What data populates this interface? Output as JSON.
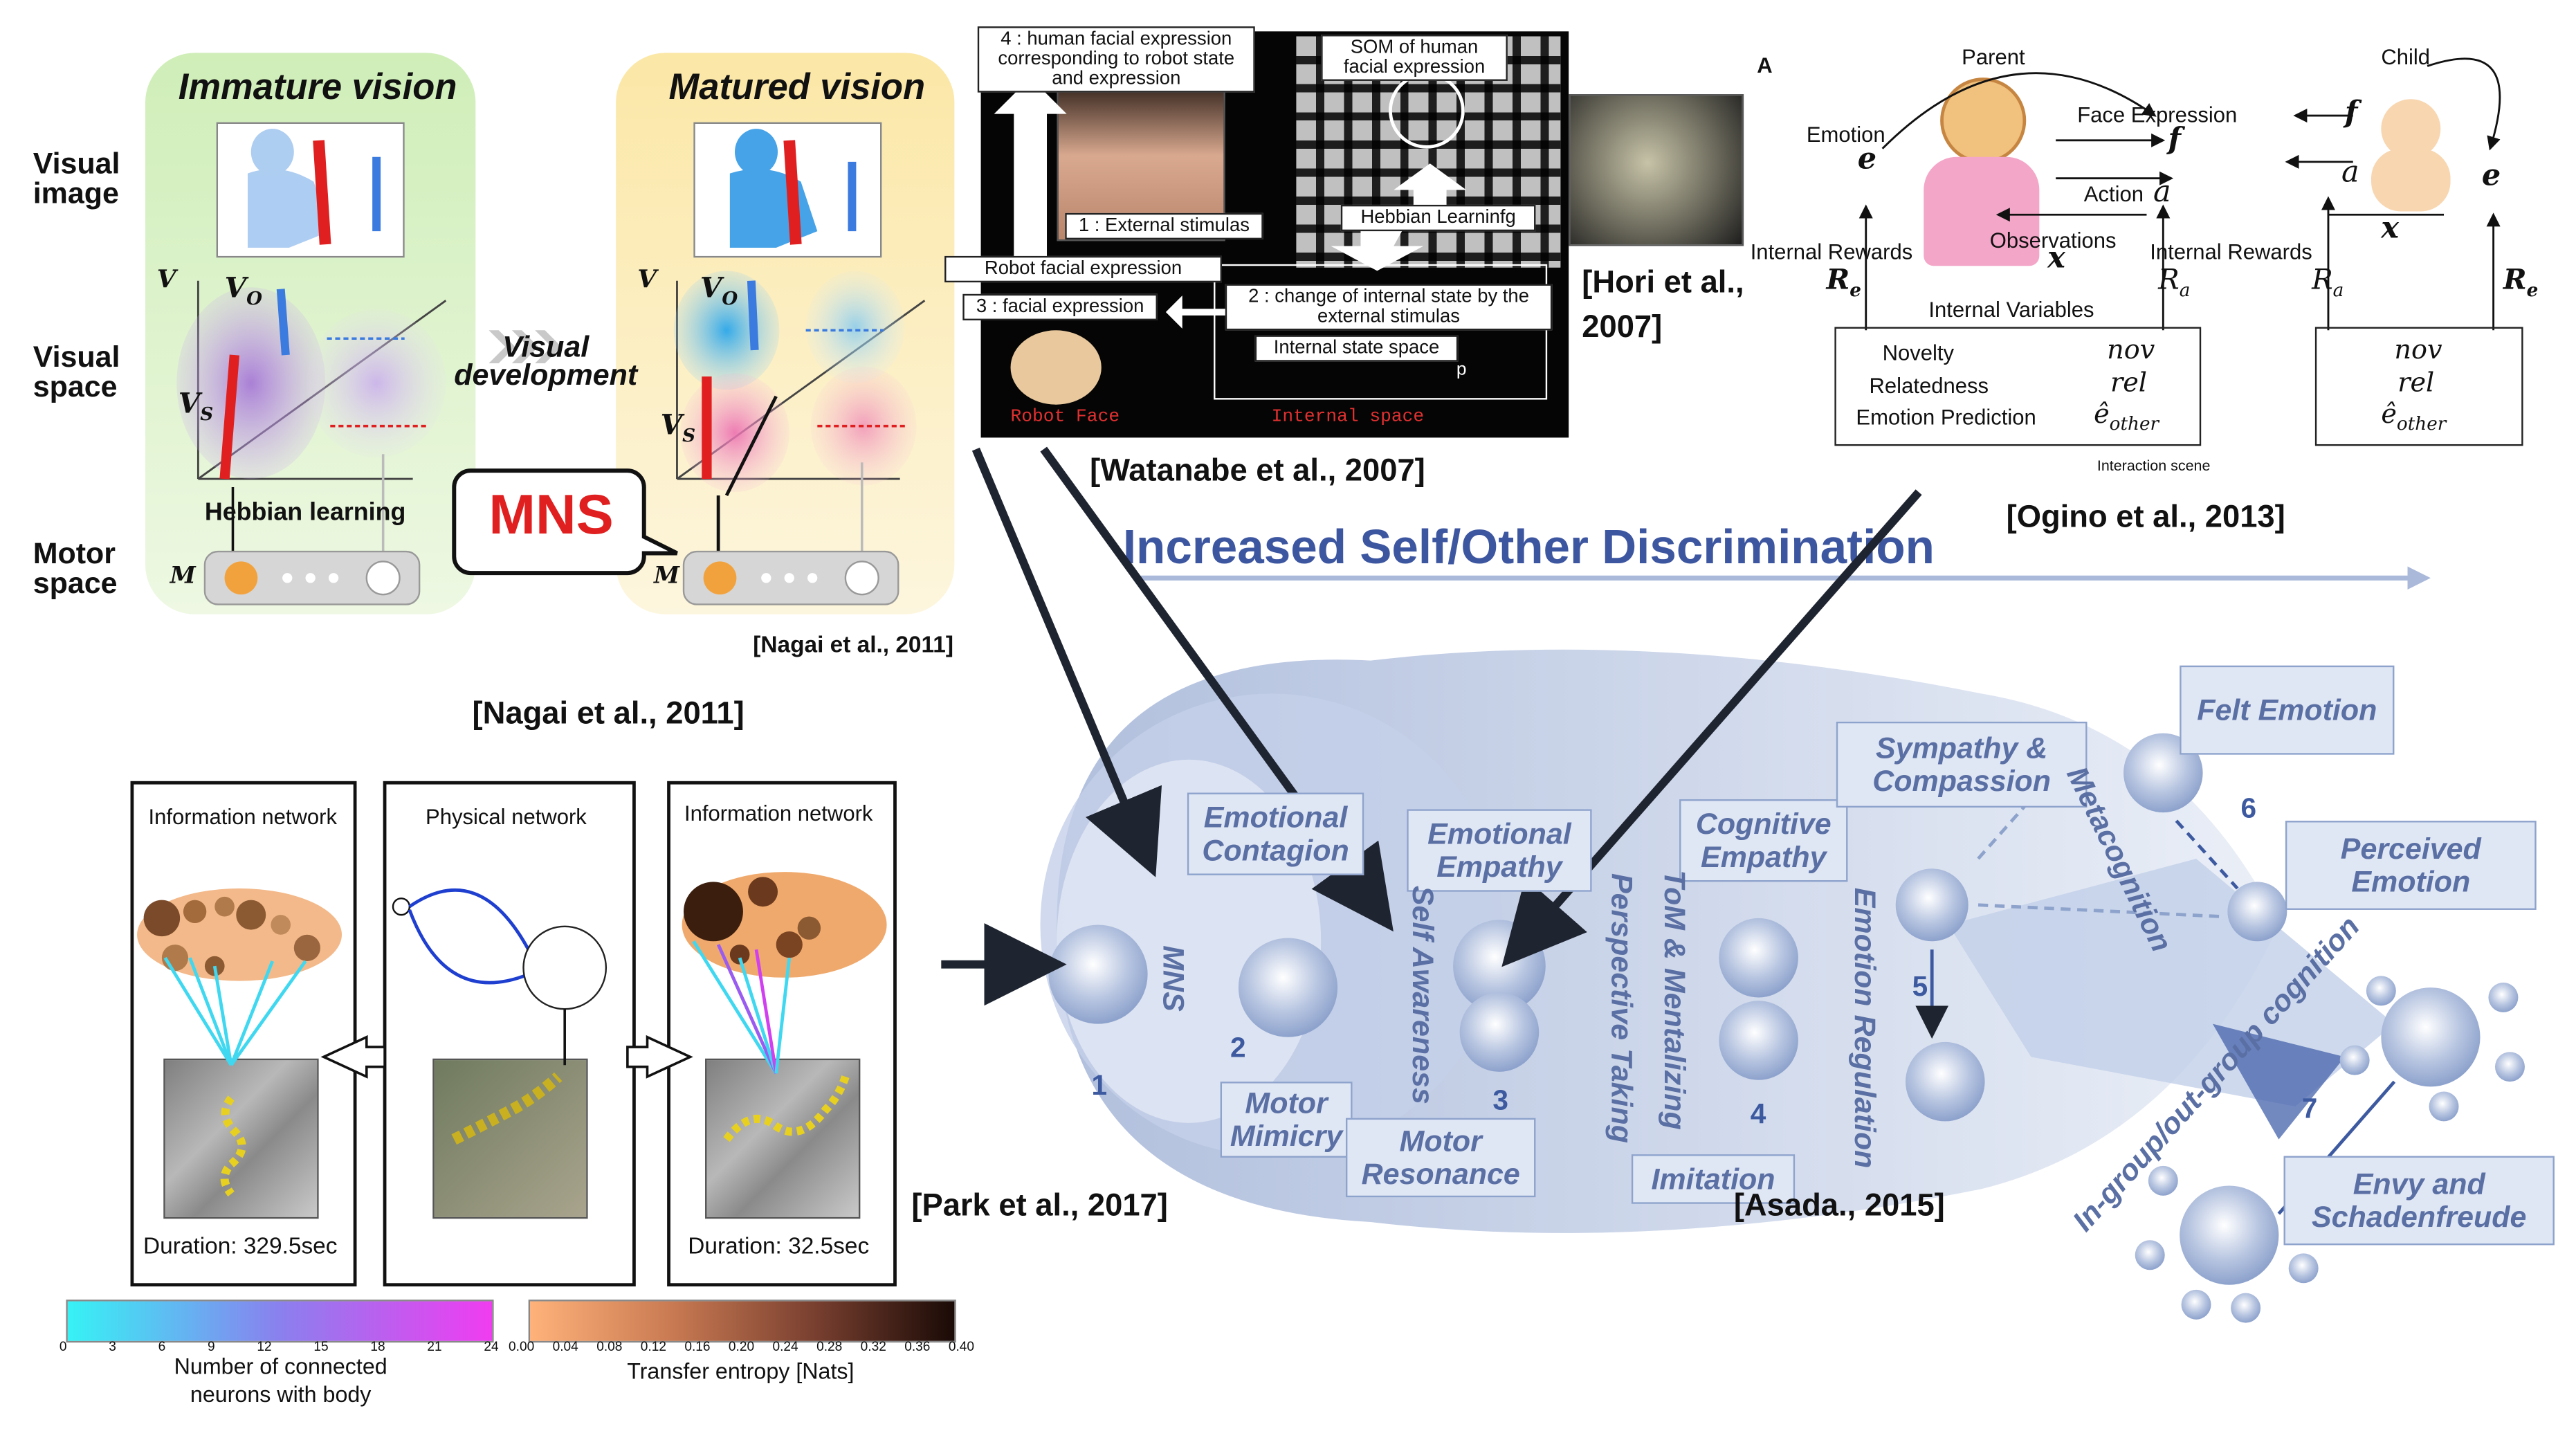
{
  "nagai_top": {
    "immature_title": "Immature vision",
    "matured_title": "Matured vision",
    "row_visual_image": "Visual image",
    "row_visual_space": "Visual space",
    "row_motor_space": "Motor space",
    "axis_v": "V",
    "axis_vo": "V",
    "axis_vo_sub": "O",
    "axis_vs": "V",
    "axis_vs_sub": "S",
    "axis_m": "M",
    "hebbian": "Hebbian learning",
    "visual_development": "Visual development",
    "mns": "MNS",
    "citation_inner": "[Nagai et al., 2011]",
    "citation_outer": "[Nagai et al., 2011]"
  },
  "watanabe": {
    "box4": "4 : human facial expression corresponding to robot state and expression",
    "box1": "1 : External stimulas",
    "robot_facial_expression": "Robot facial expression",
    "box3": "3 : facial expression",
    "som_title": "SOM of human facial expression",
    "hebbian_learning": "Hebbian  Learninfg",
    "box2": "2 : change of internal state by the external stimulas",
    "internal_state_space": "Internal state space",
    "p_label": "p",
    "robot_face": "Robot Face",
    "internal_space": "Internal space",
    "citation": "[Watanabe et al., 2007]",
    "hori_citation": "[Hori et al., 2007]"
  },
  "ogino": {
    "panel_letter": "A",
    "parent": "Parent",
    "child": "Child",
    "emotion": "Emotion",
    "face_expression": "Face Expression",
    "action": "Action",
    "observations": "Observations",
    "internal_rewards_left": "Internal Rewards",
    "internal_rewards_right": "Internal Rewards",
    "internal_variables": "Internal Variables",
    "novelty": "Novelty",
    "relatedness": "Relatedness",
    "emotion_prediction": "Emotion Prediction",
    "sym_e": "e",
    "sym_f": "f",
    "sym_a": "a",
    "sym_x": "x",
    "sym_Re": "R",
    "sym_Re_sub": "e",
    "sym_Ra": "R",
    "sym_Ra_sub": "a",
    "sym_nov": "nov",
    "sym_rel": "rel",
    "sym_eother": "ê",
    "sym_eother_sub": "other",
    "interaction_scene": "Interaction scene",
    "citation": "[Ogino et al., 2013]"
  },
  "park": {
    "info_network_left": "Information network",
    "physical_network": "Physical network",
    "info_network_right": "Information network",
    "duration_left": "Duration: 329.5sec",
    "duration_right": "Duration: 32.5sec",
    "colorbar1_ticks": [
      "0",
      "3",
      "6",
      "9",
      "12",
      "15",
      "18",
      "21",
      "24"
    ],
    "colorbar1_label": "Number of connected neurons with body",
    "colorbar2_ticks": [
      "0.00",
      "0.04",
      "0.08",
      "0.12",
      "0.16",
      "0.20",
      "0.24",
      "0.28",
      "0.32",
      "0.36",
      "0.40"
    ],
    "colorbar2_label": "Transfer entropy [Nats]",
    "citation": "[Park et al., 2017]"
  },
  "asada": {
    "header": "Increased Self/Other Discrimination",
    "emotional_contagion": "Emotional Contagion",
    "emotional_empathy": "Emotional Empathy",
    "cognitive_empathy": "Cognitive Empathy",
    "sympathy": "Sympathy & Compassion",
    "felt_emotion": "Felt Emotion",
    "perceived_emotion": "Perceived Emotion",
    "motor_mimicry": "Motor Mimicry",
    "motor_resonance": "Motor Resonance",
    "imitation": "Imitation",
    "envy": "Envy and Schadenfreude",
    "mns": "MNS",
    "self_awareness": "Self Awareness",
    "perspective_taking": "Perspective Taking",
    "tom": "ToM & Mentalizing",
    "emotion_regulation": "Emotion Regulation",
    "metacognition": "Metacognition",
    "ingroup": "In-group/out-group cognition",
    "n1": "1",
    "n2": "2",
    "n3": "3",
    "n4": "4",
    "n5": "5",
    "n6": "6",
    "n7": "7",
    "citation": "[Asada., 2015]"
  },
  "colors": {
    "asada_text": "#5a6fa3",
    "mns_red": "#e02020",
    "immature_green": "#d9f2c4",
    "matured_yellow": "#fbeec0"
  }
}
